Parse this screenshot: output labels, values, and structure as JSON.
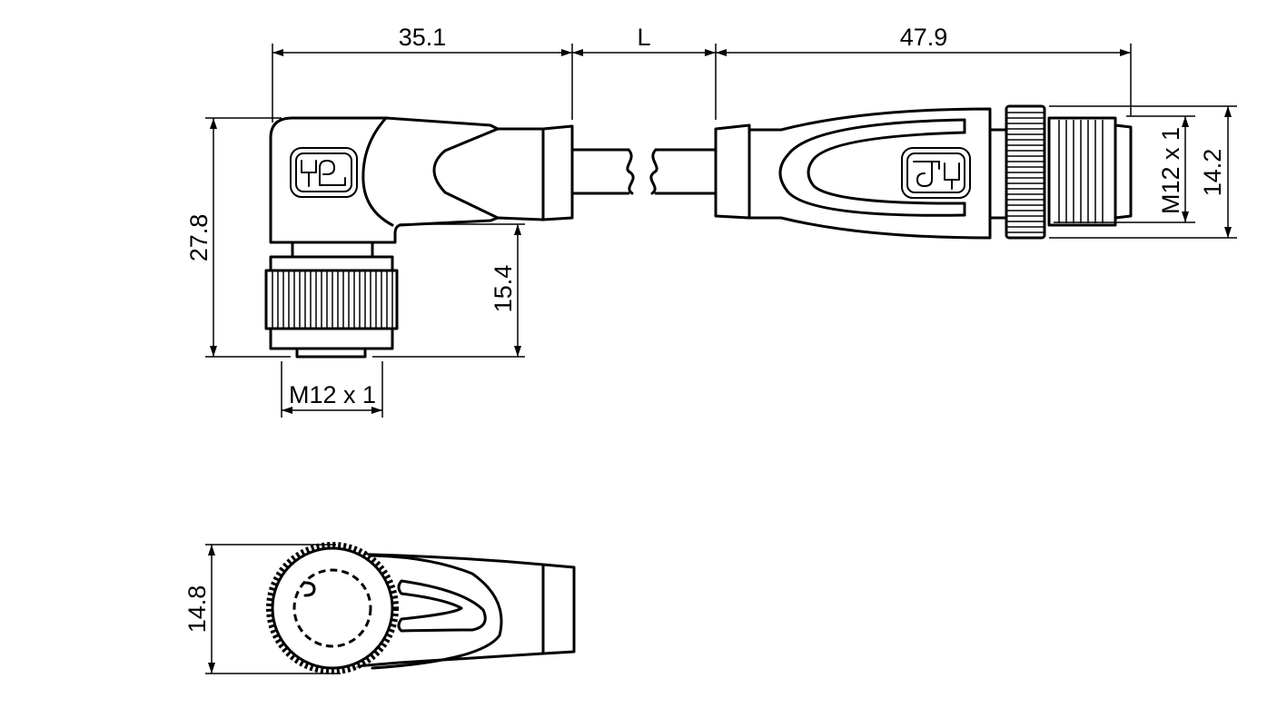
{
  "drawing": {
    "title": "Cable connector dimension drawing",
    "dimensions": {
      "left_length": "35.1",
      "cable_length": "L",
      "right_length": "47.9",
      "left_height": "27.8",
      "left_coupling_height": "15.4",
      "left_thread": "M12 x 1",
      "right_thread": "M12 x 1",
      "right_diameter": "14.2",
      "bottom_view_width": "14.8"
    },
    "logos": [
      "PF"
    ],
    "line_color": "#000000",
    "background_color": "#ffffff"
  }
}
